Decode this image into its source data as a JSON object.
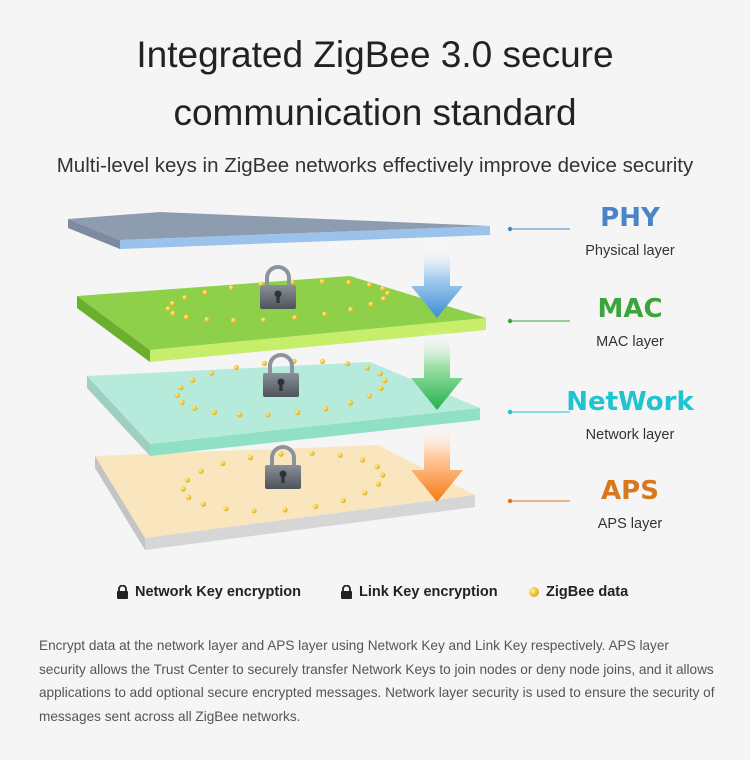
{
  "title_line1": "Integrated ZigBee 3.0 secure",
  "title_line2": "communication standard",
  "subtitle": "Multi-level keys in ZigBee networks effectively improve device security",
  "layers": [
    {
      "code": "PHY",
      "name": "Physical layer",
      "color": "#4a86c5"
    },
    {
      "code": "MAC",
      "name": "MAC layer",
      "color": "#3aa53a"
    },
    {
      "code": "NetWork",
      "name": "Network layer",
      "color": "#1ec4cf"
    },
    {
      "code": "APS",
      "name": "APS layer",
      "color": "#d9771c"
    }
  ],
  "legend": {
    "network_key": "Network Key encryption",
    "link_key": "Link Key encryption",
    "zigbee_data": "ZigBee data"
  },
  "description": "Encrypt data at the network layer and APS layer using Network Key and Link Key respectively. APS layer security allows the Trust Center to securely transfer Network Keys to join nodes or deny node joins, and it allows applications to add optional secure encrypted messages. Network layer security is used to ensure the security of messages sent across all ZigBee networks."
}
